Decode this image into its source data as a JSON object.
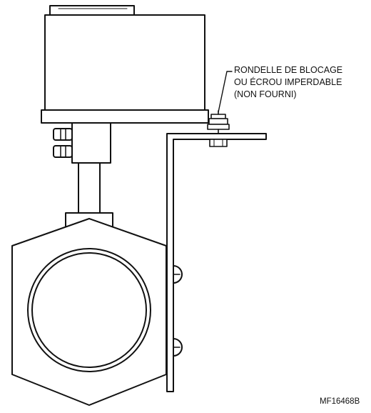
{
  "callout": {
    "lines": [
      "RONDELLE DE BLOCAGE",
      "OU ÉCROU IMPERDABLE",
      "(NON FOURNI)"
    ]
  },
  "figure_code": "MF16468B",
  "colors": {
    "line": "#111111",
    "background": "#ffffff"
  }
}
